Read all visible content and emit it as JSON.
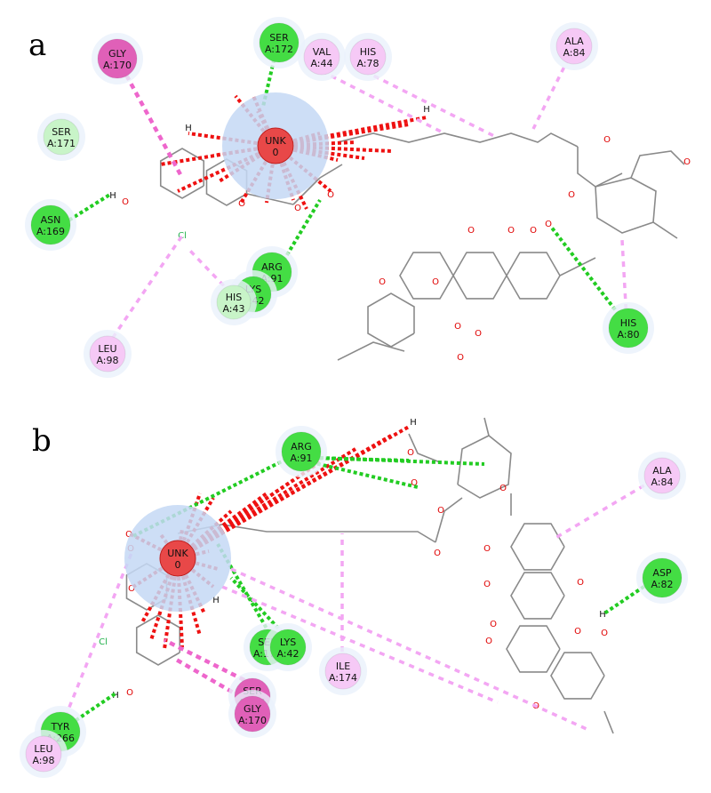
{
  "panels": [
    {
      "label": "a",
      "ligand_center": {
        "line1": "UNK",
        "line2": "0"
      },
      "residues": [
        {
          "l1": "GLY",
          "l2": "A:170",
          "kind": "pi-dark"
        },
        {
          "l1": "SER",
          "l2": "A:172",
          "kind": "hbond"
        },
        {
          "l1": "VAL",
          "l2": "A:44",
          "kind": "pi"
        },
        {
          "l1": "HIS",
          "l2": "A:78",
          "kind": "pi"
        },
        {
          "l1": "ALA",
          "l2": "A:84",
          "kind": "pi"
        },
        {
          "l1": "SER",
          "l2": "A:171",
          "kind": "vdw"
        },
        {
          "l1": "ASN",
          "l2": "A:169",
          "kind": "hbond"
        },
        {
          "l1": "ARG",
          "l2": "A:91",
          "kind": "hbond"
        },
        {
          "l1": "LYS",
          "l2": "A:42",
          "kind": "hbond"
        },
        {
          "l1": "HIS",
          "l2": "A:43",
          "kind": "vdw"
        },
        {
          "l1": "LEU",
          "l2": "A:98",
          "kind": "pi"
        },
        {
          "l1": "HIS",
          "l2": "A:80",
          "kind": "hbond"
        }
      ]
    },
    {
      "label": "b",
      "ligand_center": {
        "line1": "UNK",
        "line2": "0"
      },
      "residues": [
        {
          "l1": "ARG",
          "l2": "A:91",
          "kind": "hbond"
        },
        {
          "l1": "ALA",
          "l2": "A:84",
          "kind": "pi"
        },
        {
          "l1": "ASP",
          "l2": "A:82",
          "kind": "hbond"
        },
        {
          "l1": "SER",
          "l2": "A:172",
          "kind": "hbond"
        },
        {
          "l1": "LYS",
          "l2": "A:42",
          "kind": "hbond"
        },
        {
          "l1": "ILE",
          "l2": "A:174",
          "kind": "pi"
        },
        {
          "l1": "SER",
          "l2": "A:171",
          "kind": "pi-dark"
        },
        {
          "l1": "GLY",
          "l2": "A:170",
          "kind": "pi-dark"
        },
        {
          "l1": "TYR",
          "l2": "A:266",
          "kind": "hbond"
        },
        {
          "l1": "LEU",
          "l2": "A:98",
          "kind": "pi"
        }
      ]
    }
  ],
  "atoms": {
    "oxygen": "O",
    "hydrogen": "H",
    "chlorine": "Cl"
  },
  "colors": {
    "hbond": "#22cc22",
    "pi": "#f3a6f3",
    "pi_dark": "#ee66cc",
    "metal": "#ee1111",
    "hbond_fill": "#44dd44",
    "pi_fill": "#f6c9f6",
    "pi_dark_fill": "#e060b8",
    "vdw_fill": "#c8f4c8",
    "bond": "#8a8a8a"
  },
  "icons": {
    "residue": "residue-disc-icon",
    "metal": "metal-center-icon"
  }
}
